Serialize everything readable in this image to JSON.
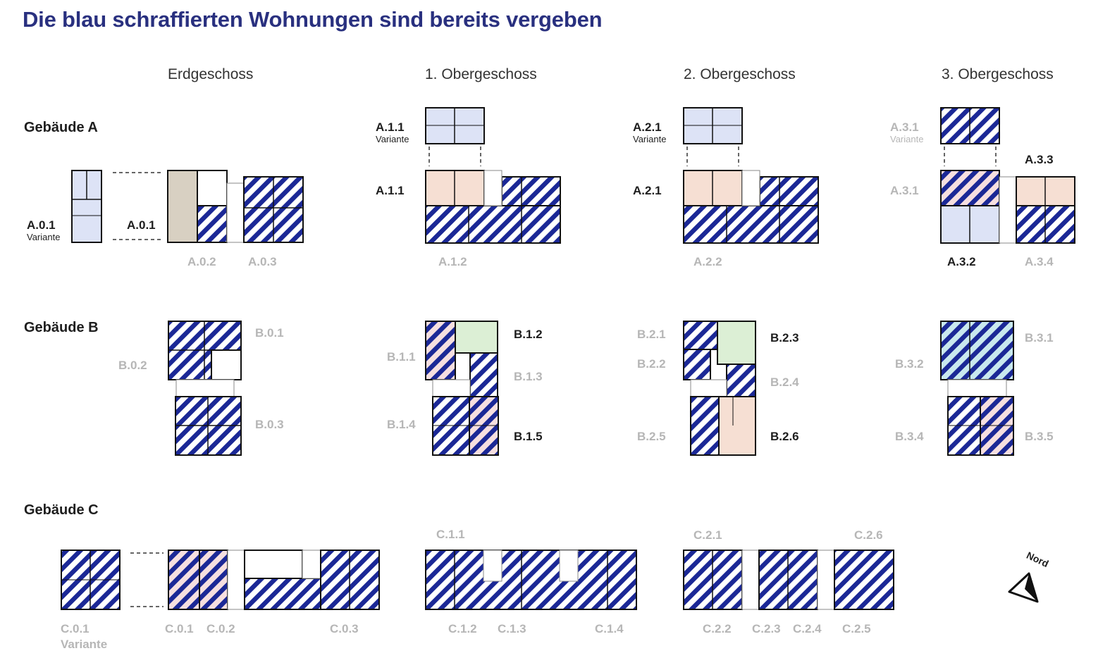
{
  "title": "Die blau schraffierten Wohnungen sind bereits vergeben",
  "floors": [
    "Erdgeschoss",
    "1. Obergeschoss",
    "2. Obergeschoss",
    "3. Obergeschoss"
  ],
  "buildings": [
    "Gebäude A",
    "Gebäude B",
    "Gebäude C"
  ],
  "variant_word": "Variante",
  "north_label": "Nord",
  "colors": {
    "title": "#29307f",
    "taken_fill": "#1b2896",
    "free_blue": "#dde3f6",
    "free_peach": "#f6dfd3",
    "free_green": "#dcefd5",
    "free_beige": "#d8d0c2",
    "label_free": "#1e1e1e",
    "label_taken": "#b6b6b6"
  },
  "units": {
    "A.0.1_variante": "A.0.1",
    "A.0.1": "A.0.1",
    "A.0.2": "A.0.2",
    "A.0.3": "A.0.3",
    "A.1.1_variante": "A.1.1",
    "A.1.1": "A.1.1",
    "A.1.2": "A.1.2",
    "A.2.1_variante": "A.2.1",
    "A.2.1": "A.2.1",
    "A.2.2": "A.2.2",
    "A.3.1_variante": "A.3.1",
    "A.3.1": "A.3.1",
    "A.3.2": "A.3.2",
    "A.3.3": "A.3.3",
    "A.3.4": "A.3.4",
    "B.0.1": "B.0.1",
    "B.0.2": "B.0.2",
    "B.0.3": "B.0.3",
    "B.1.1": "B.1.1",
    "B.1.2": "B.1.2",
    "B.1.3": "B.1.3",
    "B.1.4": "B.1.4",
    "B.1.5": "B.1.5",
    "B.2.1": "B.2.1",
    "B.2.2": "B.2.2",
    "B.2.3": "B.2.3",
    "B.2.4": "B.2.4",
    "B.2.5": "B.2.5",
    "B.2.6": "B.2.6",
    "B.3.1": "B.3.1",
    "B.3.2": "B.3.2",
    "B.3.4": "B.3.4",
    "B.3.5": "B.3.5",
    "C.0.1_variante": "C.0.1",
    "C.0.1": "C.0.1",
    "C.0.2": "C.0.2",
    "C.0.3": "C.0.3",
    "C.1.1": "C.1.1",
    "C.1.2": "C.1.2",
    "C.1.3": "C.1.3",
    "C.1.4": "C.1.4",
    "C.2.1": "C.2.1",
    "C.2.2": "C.2.2",
    "C.2.3": "C.2.3",
    "C.2.4": "C.2.4",
    "C.2.5": "C.2.5",
    "C.2.6": "C.2.6"
  }
}
